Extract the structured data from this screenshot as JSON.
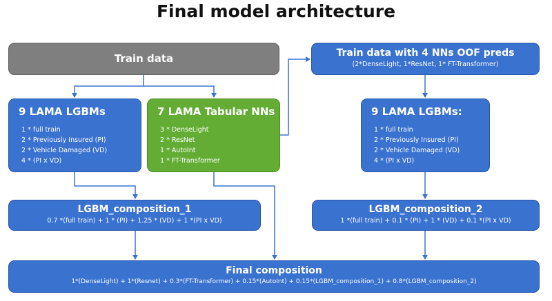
{
  "title": "Final model architecture",
  "train_data": {
    "label": "Train data"
  },
  "lgbms_left": {
    "title": "9 LAMA LGBMs",
    "items": [
      "1 * full train",
      "2 * Previously Insured (PI)",
      "2 * Vehicle Damaged (VD)",
      "4 * (PI x VD)"
    ]
  },
  "tabular_nns": {
    "title": "7 LAMA Tabular NNs",
    "items": [
      "3 * DenseLight",
      "2 * ResNet",
      "1 * AutoInt",
      "1 * FT-Transformer"
    ]
  },
  "train_oof": {
    "title": "Train data with 4 NNs OOF preds",
    "subtitle": "(2*DenseLight, 1*ResNet, 1* FT-Transformer)"
  },
  "lgbms_right": {
    "title": "9 LAMA LGBMs:",
    "items": [
      "1 * full train",
      "2 * Previously Insured (PI)",
      "2 * Vehicle Damaged (VD)",
      "4 * (PI x VD)"
    ]
  },
  "lgbm_comp_1": {
    "title": "LGBM_composition_1",
    "formula": "0.7 *(full train) + 1 * (PI) + 1.25 * (VD) + 1 *(PI x VD)"
  },
  "lgbm_comp_2": {
    "title": "LGBM_composition_2",
    "formula": "1 *(full train) + 0.1 * (PI) + 1 * (VD) + 0.1 *(PI x VD)"
  },
  "final_comp": {
    "title": "Final composition",
    "formula": "1*(DenseLight) + 1*(Resnet) + 0.3*(FT-Transformer) + 0.15*(AutoInt) + 0.15*(LGBM_composition_1) + 0.8*(LGBM_composition_2)"
  },
  "colors": {
    "blue": "#3a72d0",
    "green": "#63ad35",
    "gray": "#7f7f7f",
    "arrow": "#3a72d0"
  }
}
